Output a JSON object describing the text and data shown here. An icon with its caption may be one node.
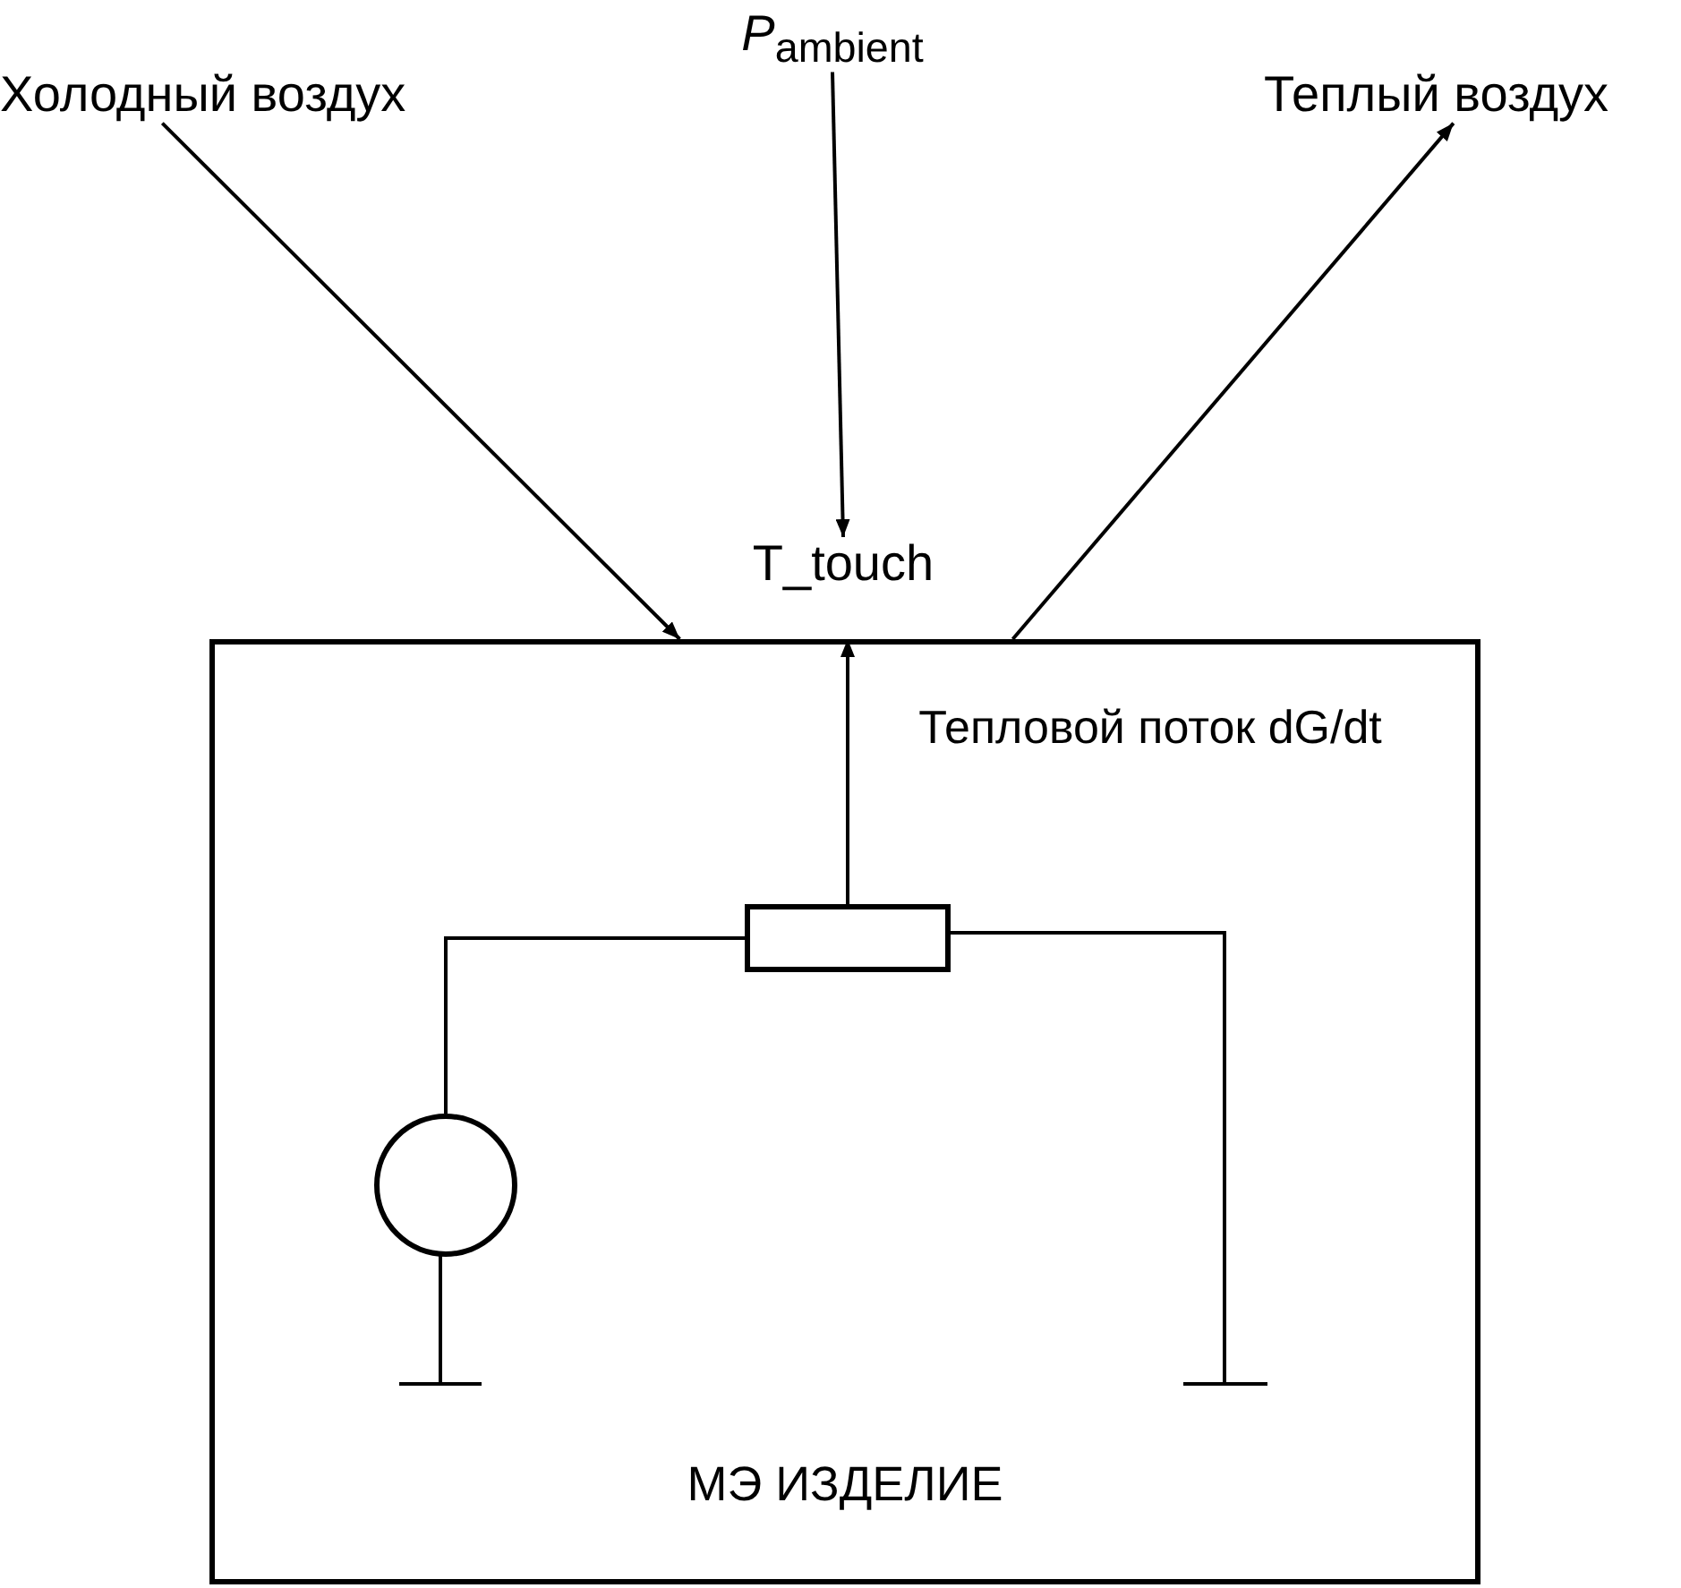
{
  "diagram": {
    "nodes": [
      {
        "text": [
          "Холодный воздух"
        ]
      },
      {
        "text": [
          "*P*$_{ambient}$"
        ]
      },
      {
        "text": [
          "Теплый воздух"
        ]
      },
      {
        "text": [
          "T_touch"
        ]
      },
      {
        "text": [
          "МЭ ИЗДЕЛИЕ"
        ]
      },
      {
        "text": [],
        "shape": "box",
        "in": 4
      },
      {
        "text": [],
        "shape": "circle",
        "in": 4
      }
    ],
    "edges": [
      {
        "from": 0,
        "to": 4,
        "arrow": "to"
      },
      {
        "from": 1,
        "to": 3,
        "arrow": "to"
      },
      {
        "from": 4,
        "to": 2,
        "arrow": "to"
      },
      {
        "from": 5,
        "to": 4,
        "arrow": "to",
        "label": "Тепловой поток dG/dt"
      },
      {
        "from": 6,
        "to": 5,
        "arrow": "none"
      }
    ]
  }
}
